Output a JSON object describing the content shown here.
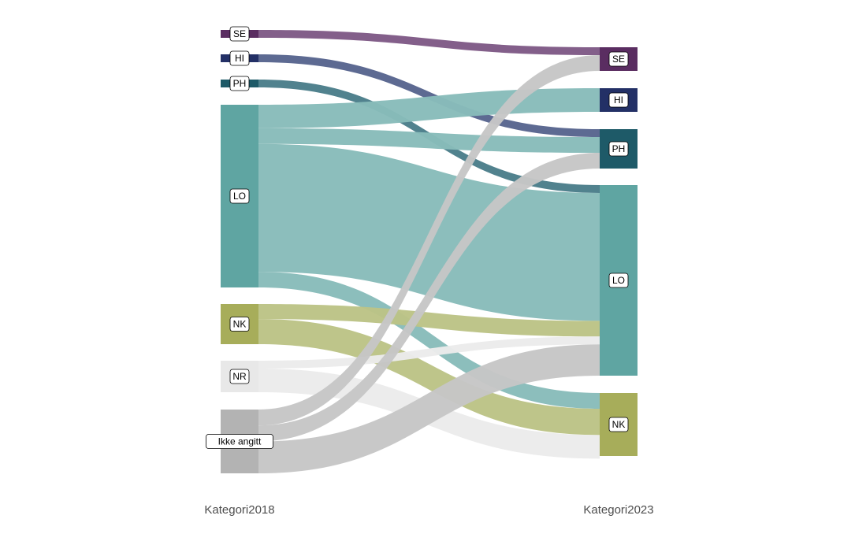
{
  "chart_data": {
    "type": "sankey",
    "axes": [
      "Kategori2018",
      "Kategori2023"
    ],
    "nodes_2018": [
      {
        "name": "SE",
        "value": 3
      },
      {
        "name": "HI",
        "value": 3
      },
      {
        "name": "PH",
        "value": 3
      },
      {
        "name": "LO",
        "value": 70
      },
      {
        "name": "NK",
        "value": 16
      },
      {
        "name": "NR",
        "value": 12
      },
      {
        "name": "Ikke angitt",
        "value": 24
      }
    ],
    "nodes_2023": [
      {
        "name": "SE",
        "value": 9
      },
      {
        "name": "HI",
        "value": 9
      },
      {
        "name": "PH",
        "value": 15
      },
      {
        "name": "LO",
        "value": 73
      },
      {
        "name": "NK",
        "value": 24
      }
    ],
    "flows": [
      {
        "from": "SE",
        "to": "SE",
        "value": 3
      },
      {
        "from": "HI",
        "to": "PH",
        "value": 3
      },
      {
        "from": "PH",
        "to": "LO",
        "value": 3
      },
      {
        "from": "LO",
        "to": "HI",
        "value": 9
      },
      {
        "from": "LO",
        "to": "PH",
        "value": 6
      },
      {
        "from": "LO",
        "to": "LO",
        "value": 49
      },
      {
        "from": "LO",
        "to": "NK",
        "value": 6
      },
      {
        "from": "NK",
        "to": "LO",
        "value": 6
      },
      {
        "from": "NK",
        "to": "NK",
        "value": 10
      },
      {
        "from": "NR",
        "to": "LO",
        "value": 3
      },
      {
        "from": "NR",
        "to": "NK",
        "value": 9
      },
      {
        "from": "Ikke angitt",
        "to": "SE",
        "value": 6
      },
      {
        "from": "Ikke angitt",
        "to": "PH",
        "value": 6
      },
      {
        "from": "Ikke angitt",
        "to": "LO",
        "value": 12
      }
    ],
    "colors": {
      "SE": "#5a2d61",
      "HI": "#233066",
      "PH": "#1e5a68",
      "LO": "#5fa5a2",
      "NK": "#a7ad5a",
      "NR": "#e8e8e8",
      "Ikke angitt": "#b3b3b3"
    },
    "flow_colors": {
      "SE": "#7f5a86",
      "HI": "#58658e",
      "PH": "#4b7e8a",
      "LO": "#88bcba",
      "NK": "#bcc386",
      "NR": "#ebebeb",
      "Ikke angitt": "#c6c6c6"
    }
  }
}
